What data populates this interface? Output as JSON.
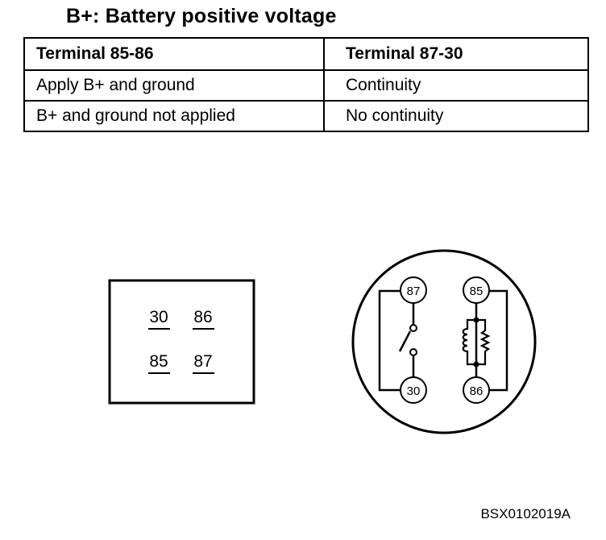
{
  "title": "B+: Battery positive voltage",
  "table": {
    "headers": [
      "Terminal 85-86",
      "Terminal 87-30"
    ],
    "rows": [
      [
        "Apply B+ and ground",
        "Continuity"
      ],
      [
        "B+ and ground not applied",
        "No continuity"
      ]
    ]
  },
  "connector_face": {
    "terminals": [
      "30",
      "86",
      "85",
      "87"
    ]
  },
  "relay_schematic": {
    "terminals": [
      "87",
      "85",
      "30",
      "86"
    ]
  },
  "figure_code": "BSX0102019A"
}
